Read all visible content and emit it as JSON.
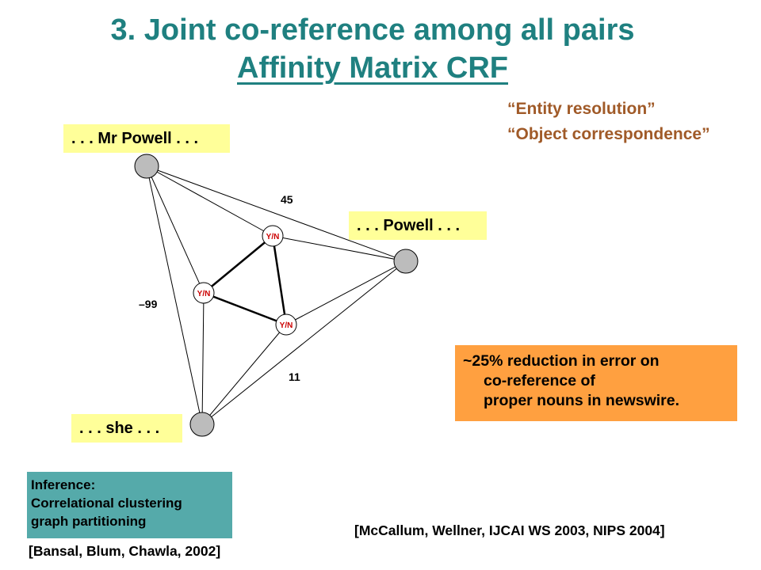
{
  "title": {
    "line1": "3. Joint co-reference among all pairs",
    "line2": "Affinity Matrix CRF"
  },
  "tags": {
    "entity": "“Entity resolution”",
    "object": "“Object correspondence”"
  },
  "mentions": {
    "mr_powell": ". . . Mr Powell . . .",
    "powell": ". . . Powell . . .",
    "she": ". . . she . . ."
  },
  "graph": {
    "factor_label": "Y/N",
    "weights": {
      "top": "45",
      "left": "–99",
      "bottom": "11"
    },
    "colors": {
      "mention_node": "#bcbcbc",
      "factor_label": "#cc0000"
    }
  },
  "result": {
    "line1": "~25% reduction in error on",
    "line2": "co-reference of",
    "line3": "proper nouns in newswire."
  },
  "inference": {
    "line1": "Inference:",
    "line2": "Correlational clustering",
    "line3": "graph partitioning"
  },
  "citations": {
    "mccallum": "[McCallum, Wellner, IJCAI WS 2003, NIPS 2004]",
    "bansal": "[Bansal, Blum, Chawla, 2002]"
  },
  "colors": {
    "title": "#1f8080",
    "tag": "#a05a28",
    "mention_bg": "#ffff99",
    "result_bg": "#ffa040",
    "inference_bg": "#55aaaa"
  }
}
